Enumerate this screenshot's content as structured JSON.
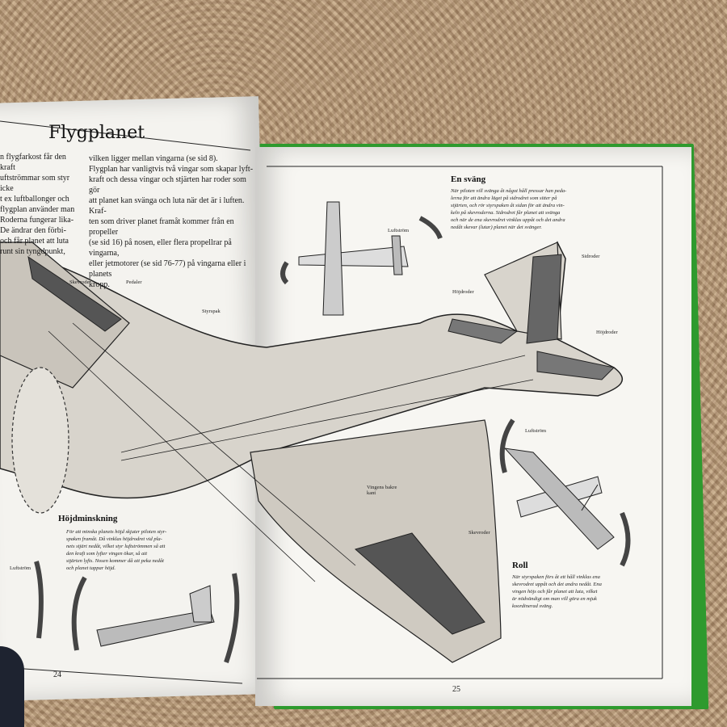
{
  "book": {
    "heading": "Flygplanet",
    "left_col_fragment": "n flygfarkost får den kraft\nuftströmmar som styr icke\nt ex luftballonger och\nflygplan använder man\nRoderna fungerar lika-\nDe ändrar den förbi-\noch får planet att luta\nrunt sin tyngdpunkt,",
    "intro_text": "vilken ligger mellan vingarna (se sid 8).\nFlygplan har vanligtvis två vingar som skapar lyft-\nkraft och dessa vingar och stjärten har roder som gör\natt planet kan svänga och luta när det är i luften. Kraf-\nten som driver planet framåt kommer från en propeller\n(se sid 16) på nosen, eller flera propellrar på vingarna,\neller jetmotorer (se sid 76-77) på vingarna eller i planets\nkropp.",
    "en_svang": {
      "title": "En sväng",
      "caption": "När piloten vill svänga åt något håll pressar han peda-\nlerna för att ändra läget på sidrodret som sitter på\nstjärten, och rör styrspaken åt sidan för att ändra vin-\nkeln på skevroderna. Sidrodret får planet att svänga\noch när de ena skevrodret vinklas uppåt och det andra\nnedåt skevar (lutar) planet när det svänger."
    },
    "hojdminskning": {
      "title": "Höjdminskning",
      "caption": "För att minska planets höjd skjuter piloten styr-\nspaken framåt. Då vinklas höjdrodret vid pla-\nnets stjärt nedåt, vilket styr luftströmmen så att\nden kraft som lyfter vingen ökar, så att\nstjärten lyfts. Nosen kommer då att peka nedåt\noch planet tappar höjd."
    },
    "roll": {
      "title": "Roll",
      "caption": "När styrspaken förs åt ett håll vinklas ena\nskevrodret uppåt och det andra nedåt. Ena\nvingen höjs och får planet att luta, vilket\när nödvändigt om man vill göra en mjuk\nkoordinerad sväng."
    },
    "labels": {
      "skevroder_top": "Skevroder",
      "pedaler": "Pedaler",
      "styrspak": "Styrspak",
      "luftstrom_top": "Luftström",
      "sidroder": "Sidroder",
      "hojdroder_left": "Höjdroder",
      "hojdroder_right": "Höjdroder",
      "luftstrom_roll": "Luftström",
      "vingens_bakre_kant": "Vingens bakre\nkant",
      "skevroder_bottom": "Skevroder",
      "luftstrom_left": "Luftström"
    },
    "page_numbers": {
      "left": "24",
      "right": "25"
    }
  }
}
